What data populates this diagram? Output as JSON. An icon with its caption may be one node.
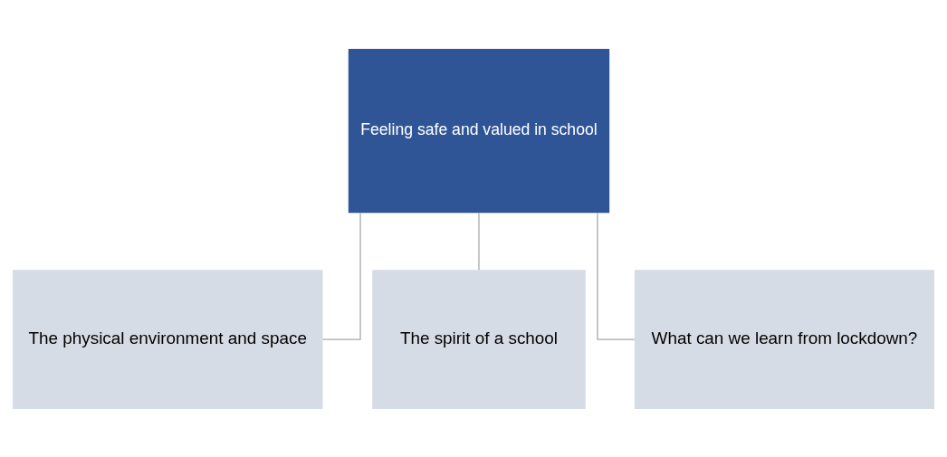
{
  "diagram": {
    "nodes": [
      {
        "text": [
          "Feeling safe and valued in school"
        ]
      },
      {
        "text": [
          "The physical environment and space"
        ]
      },
      {
        "text": [
          "The spirit of a school"
        ]
      },
      {
        "text": [
          "What can we learn from lockdown?"
        ]
      }
    ],
    "edges": [
      {
        "from": 0,
        "to": 1,
        "arrow": "none"
      },
      {
        "from": 0,
        "to": 2,
        "arrow": "none"
      },
      {
        "from": 0,
        "to": 3,
        "arrow": "none"
      }
    ]
  }
}
